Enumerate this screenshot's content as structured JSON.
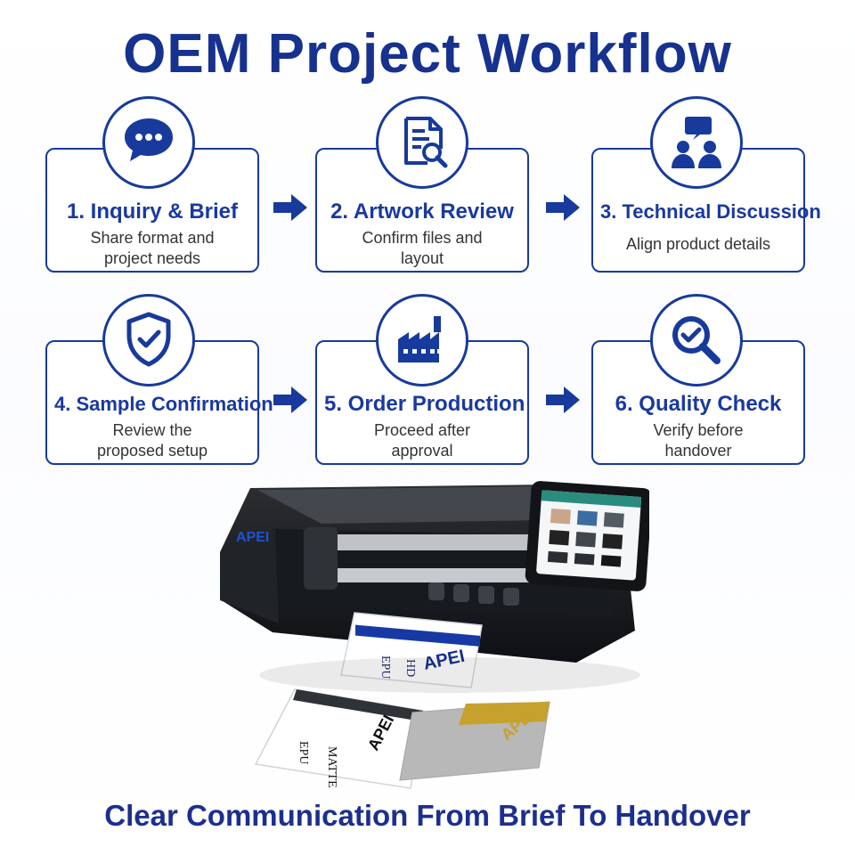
{
  "title": "OEM Project Workflow",
  "steps": [
    {
      "title": "1. Inquiry & Brief",
      "desc_lines": [
        "Share format and",
        "project needs"
      ],
      "icon": "chat-bubble-icon"
    },
    {
      "title": "2. Artwork Review",
      "desc_lines": [
        "Confirm files and",
        "layout"
      ],
      "icon": "document-magnifier-icon"
    },
    {
      "title": "3. Technical Discussion",
      "desc_lines": [
        "Align product details"
      ],
      "icon": "people-discussion-icon"
    },
    {
      "title": "4. Sample Confirmation",
      "desc_lines": [
        "Review the",
        "proposed setup"
      ],
      "icon": "shield-check-icon"
    },
    {
      "title": "5. Order Production",
      "desc_lines": [
        "Proceed after",
        "approval"
      ],
      "icon": "factory-icon"
    },
    {
      "title": "6. Quality Check",
      "desc_lines": [
        "Verify before",
        "handover"
      ],
      "icon": "magnifier-check-icon"
    }
  ],
  "product": {
    "brand": "APEI",
    "sheet_labels": [
      "EPU",
      "HD",
      "MATTE"
    ]
  },
  "footer": "Clear Communication From Brief To Handover",
  "colors": {
    "primary": "#173a9c",
    "title": "#17318e",
    "text": "#333333",
    "gold": "#c7a12d"
  }
}
